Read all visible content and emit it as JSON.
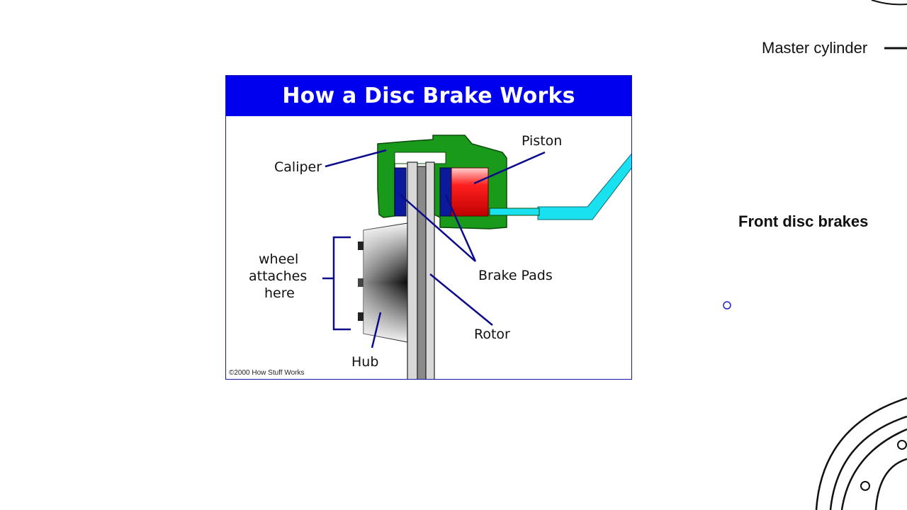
{
  "diagram": {
    "title": "How a Disc Brake Works",
    "labels": {
      "caliper": "Caliper",
      "piston": "Piston",
      "wheel_line1": "wheel",
      "wheel_line2": "attaches",
      "wheel_line3": "here",
      "brake_pads": "Brake Pads",
      "rotor": "Rotor",
      "hub": "Hub"
    },
    "copyright": "©2000 How Stuff Works",
    "colors": {
      "title_bar": "#0000ee",
      "caliper": "#1a9a1a",
      "pads": "#0a1a9a",
      "piston": "#e01010",
      "fluid_line": "#19e1f0",
      "leader_lines": "#0b0b8c"
    }
  },
  "side": {
    "master_cylinder": "Master cylinder",
    "front_disc_brakes": "Front disc brakes"
  }
}
